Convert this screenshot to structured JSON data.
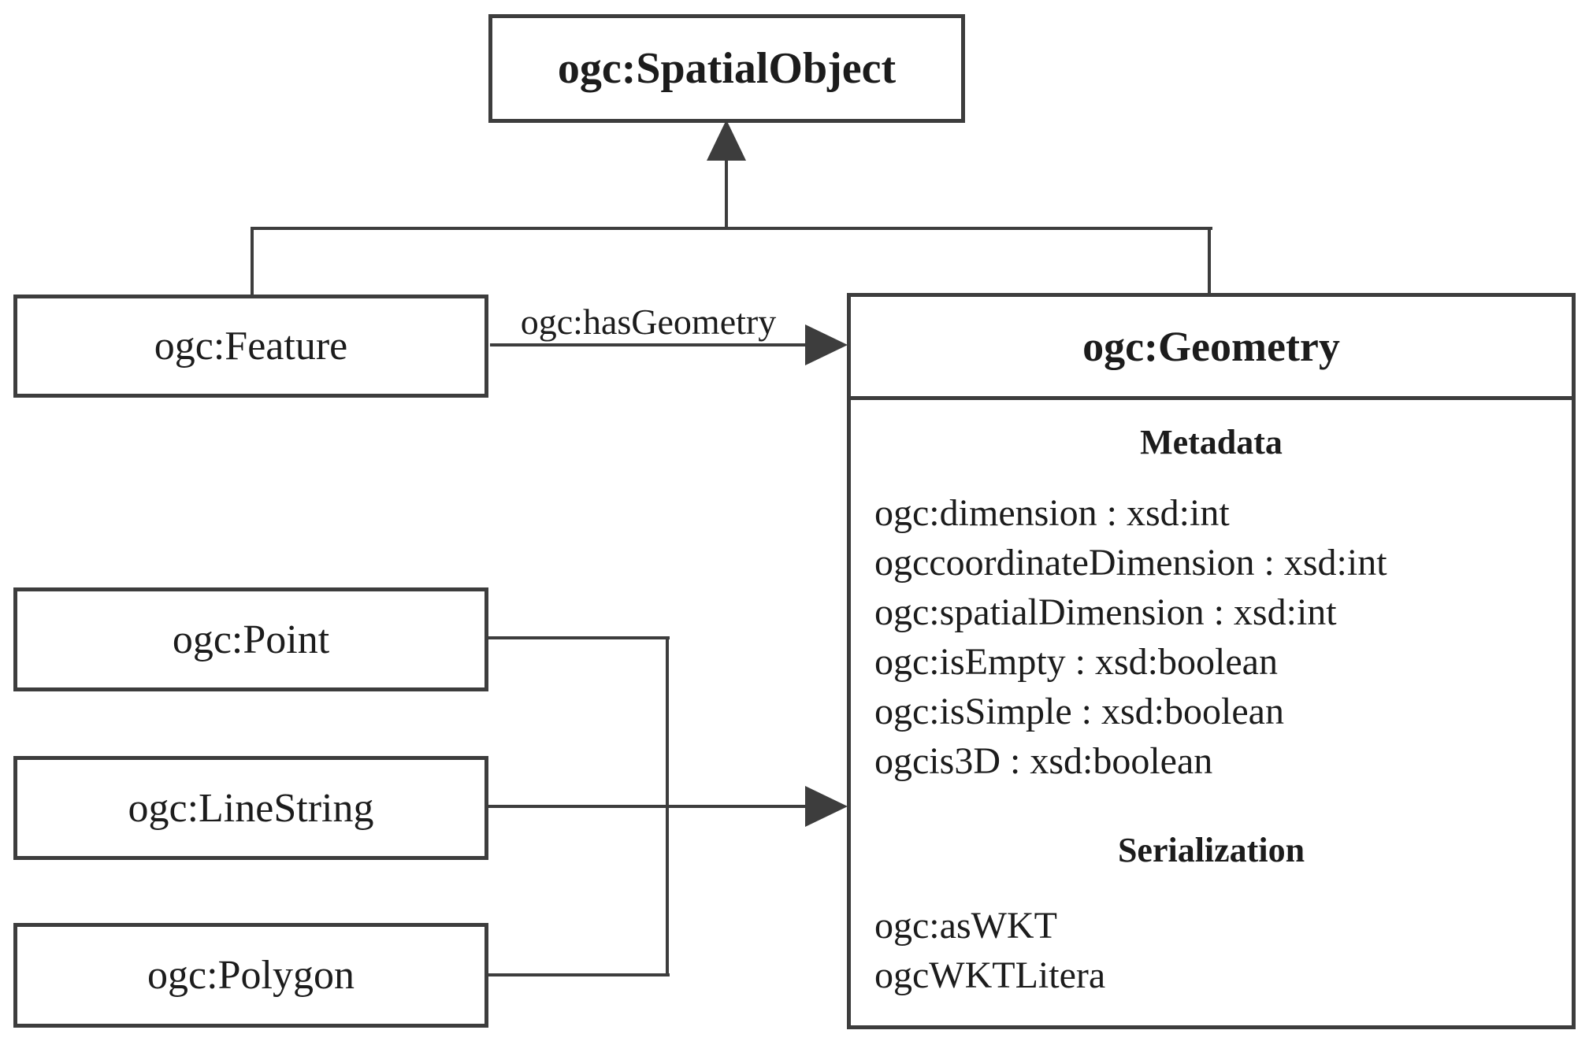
{
  "title_box": {
    "label": "ogc:SpatialObject"
  },
  "feature_box": {
    "label": "ogc:Feature"
  },
  "edge": {
    "label": "ogc:hasGeometry"
  },
  "geometry_box": {
    "title": "ogc:Geometry",
    "sections": {
      "metadata": {
        "title": "Metadata",
        "attributes": [
          "ogc:dimension : xsd:int",
          "ogccoordinateDimension : xsd:int",
          "ogc:spatialDimension : xsd:int",
          "ogc:isEmpty : xsd:boolean",
          "ogc:isSimple : xsd:boolean",
          "ogcis3D : xsd:boolean"
        ]
      },
      "serialization": {
        "title": "Serialization",
        "attributes": [
          "ogc:asWKT",
          "ogcWKTLitera"
        ]
      }
    }
  },
  "subclass_boxes": [
    {
      "label": "ogc:Point"
    },
    {
      "label": "ogc:LineString"
    },
    {
      "label": "ogc:Polygon"
    }
  ],
  "colors": {
    "line": "#3d3d3d",
    "text": "#1c1c1c",
    "background": "#ffffff"
  }
}
